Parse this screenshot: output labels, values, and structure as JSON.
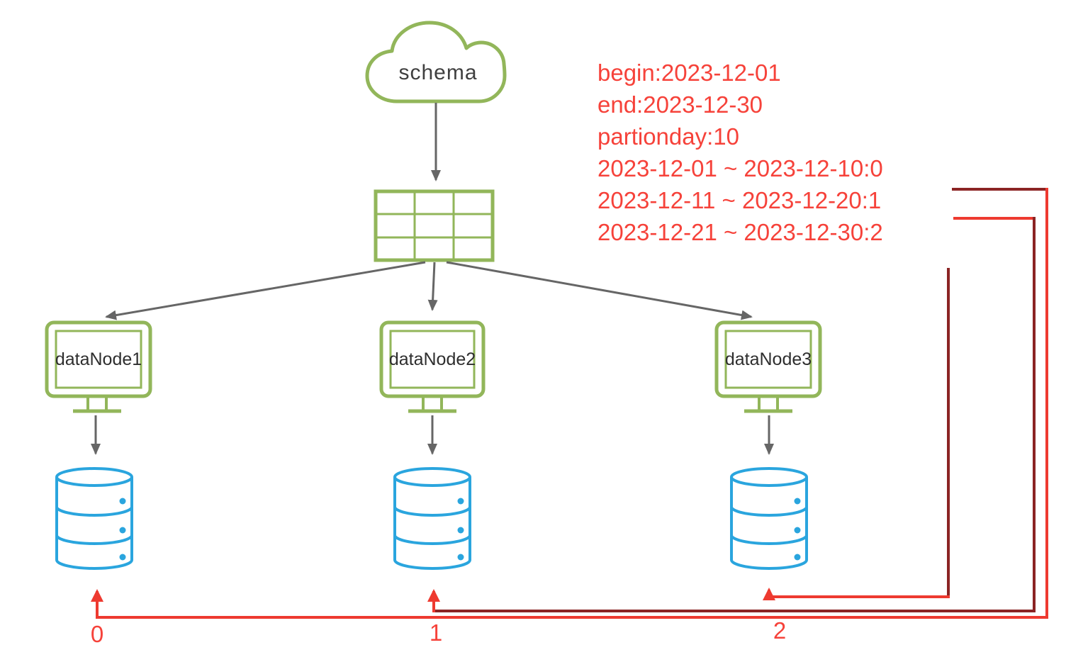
{
  "cloud": {
    "label": "schema"
  },
  "nodes": [
    {
      "label": "dataNode1"
    },
    {
      "label": "dataNode2"
    },
    {
      "label": "dataNode3"
    }
  ],
  "annotation_lines": [
    "begin:2023-12-01",
    "end:2023-12-30",
    "partionday:10",
    "2023-12-01 ~ 2023-12-10:0",
    "2023-12-11 ~ 2023-12-20:1",
    "2023-12-21 ~ 2023-12-30:2"
  ],
  "partition_labels": [
    "0",
    "1",
    "2"
  ],
  "icons": {
    "cloud": "cloud-icon",
    "table": "table-grid-icon",
    "monitors": "monitor-icon",
    "databases": "database-cylinder-icon"
  },
  "colors": {
    "green": "#92b65a",
    "blue": "#2aa5de",
    "red": "#ee3a30",
    "dark_red": "#8b2424",
    "arrow_gray": "#666666",
    "node_text": "#2e2e2e"
  }
}
